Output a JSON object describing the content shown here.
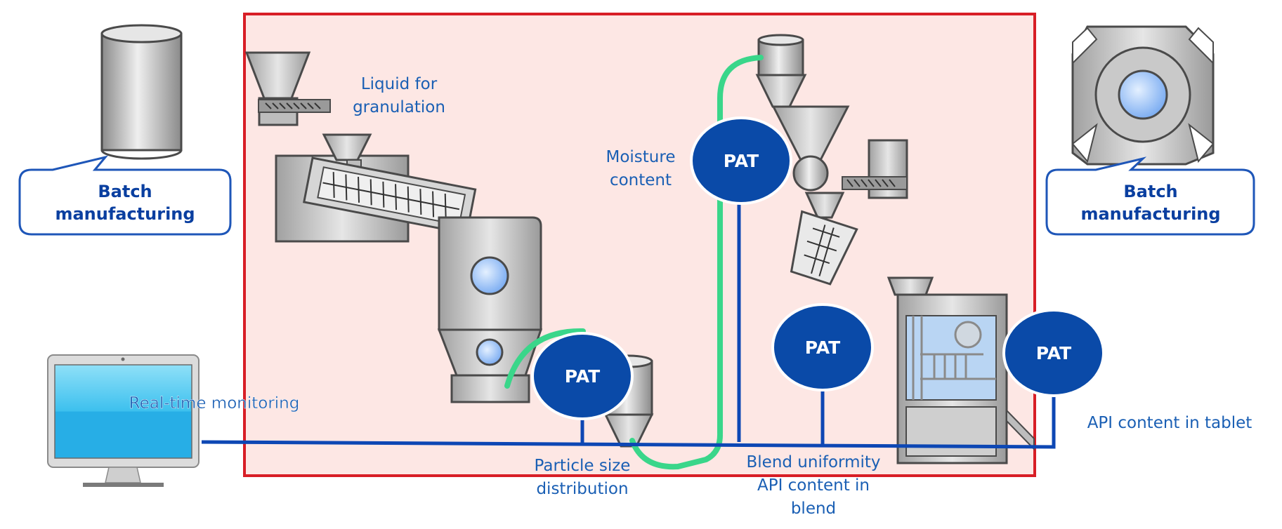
{
  "labels": {
    "batch_left": [
      "Batch",
      "manufacturing"
    ],
    "batch_right": [
      "Batch",
      "manufacturing"
    ],
    "liquid": [
      "Liquid for",
      "granulation"
    ],
    "moisture": [
      "Moisture",
      "content"
    ],
    "particle": [
      "Particle size",
      "distribution"
    ],
    "blend": [
      "Blend uniformity",
      "API content in",
      "blend"
    ],
    "api_tablet": "API content in tablet",
    "realtime": "Real-time monitoring"
  },
  "pat": {
    "p1": "PAT",
    "p2": "PAT",
    "p3": "PAT",
    "p4": "PAT"
  },
  "colors": {
    "frame": "#d81e26",
    "panel": "#fde7e4",
    "pat_fill": "#0a4aa8",
    "line_blue": "#0d47b4",
    "line_green": "#3ad68a"
  }
}
